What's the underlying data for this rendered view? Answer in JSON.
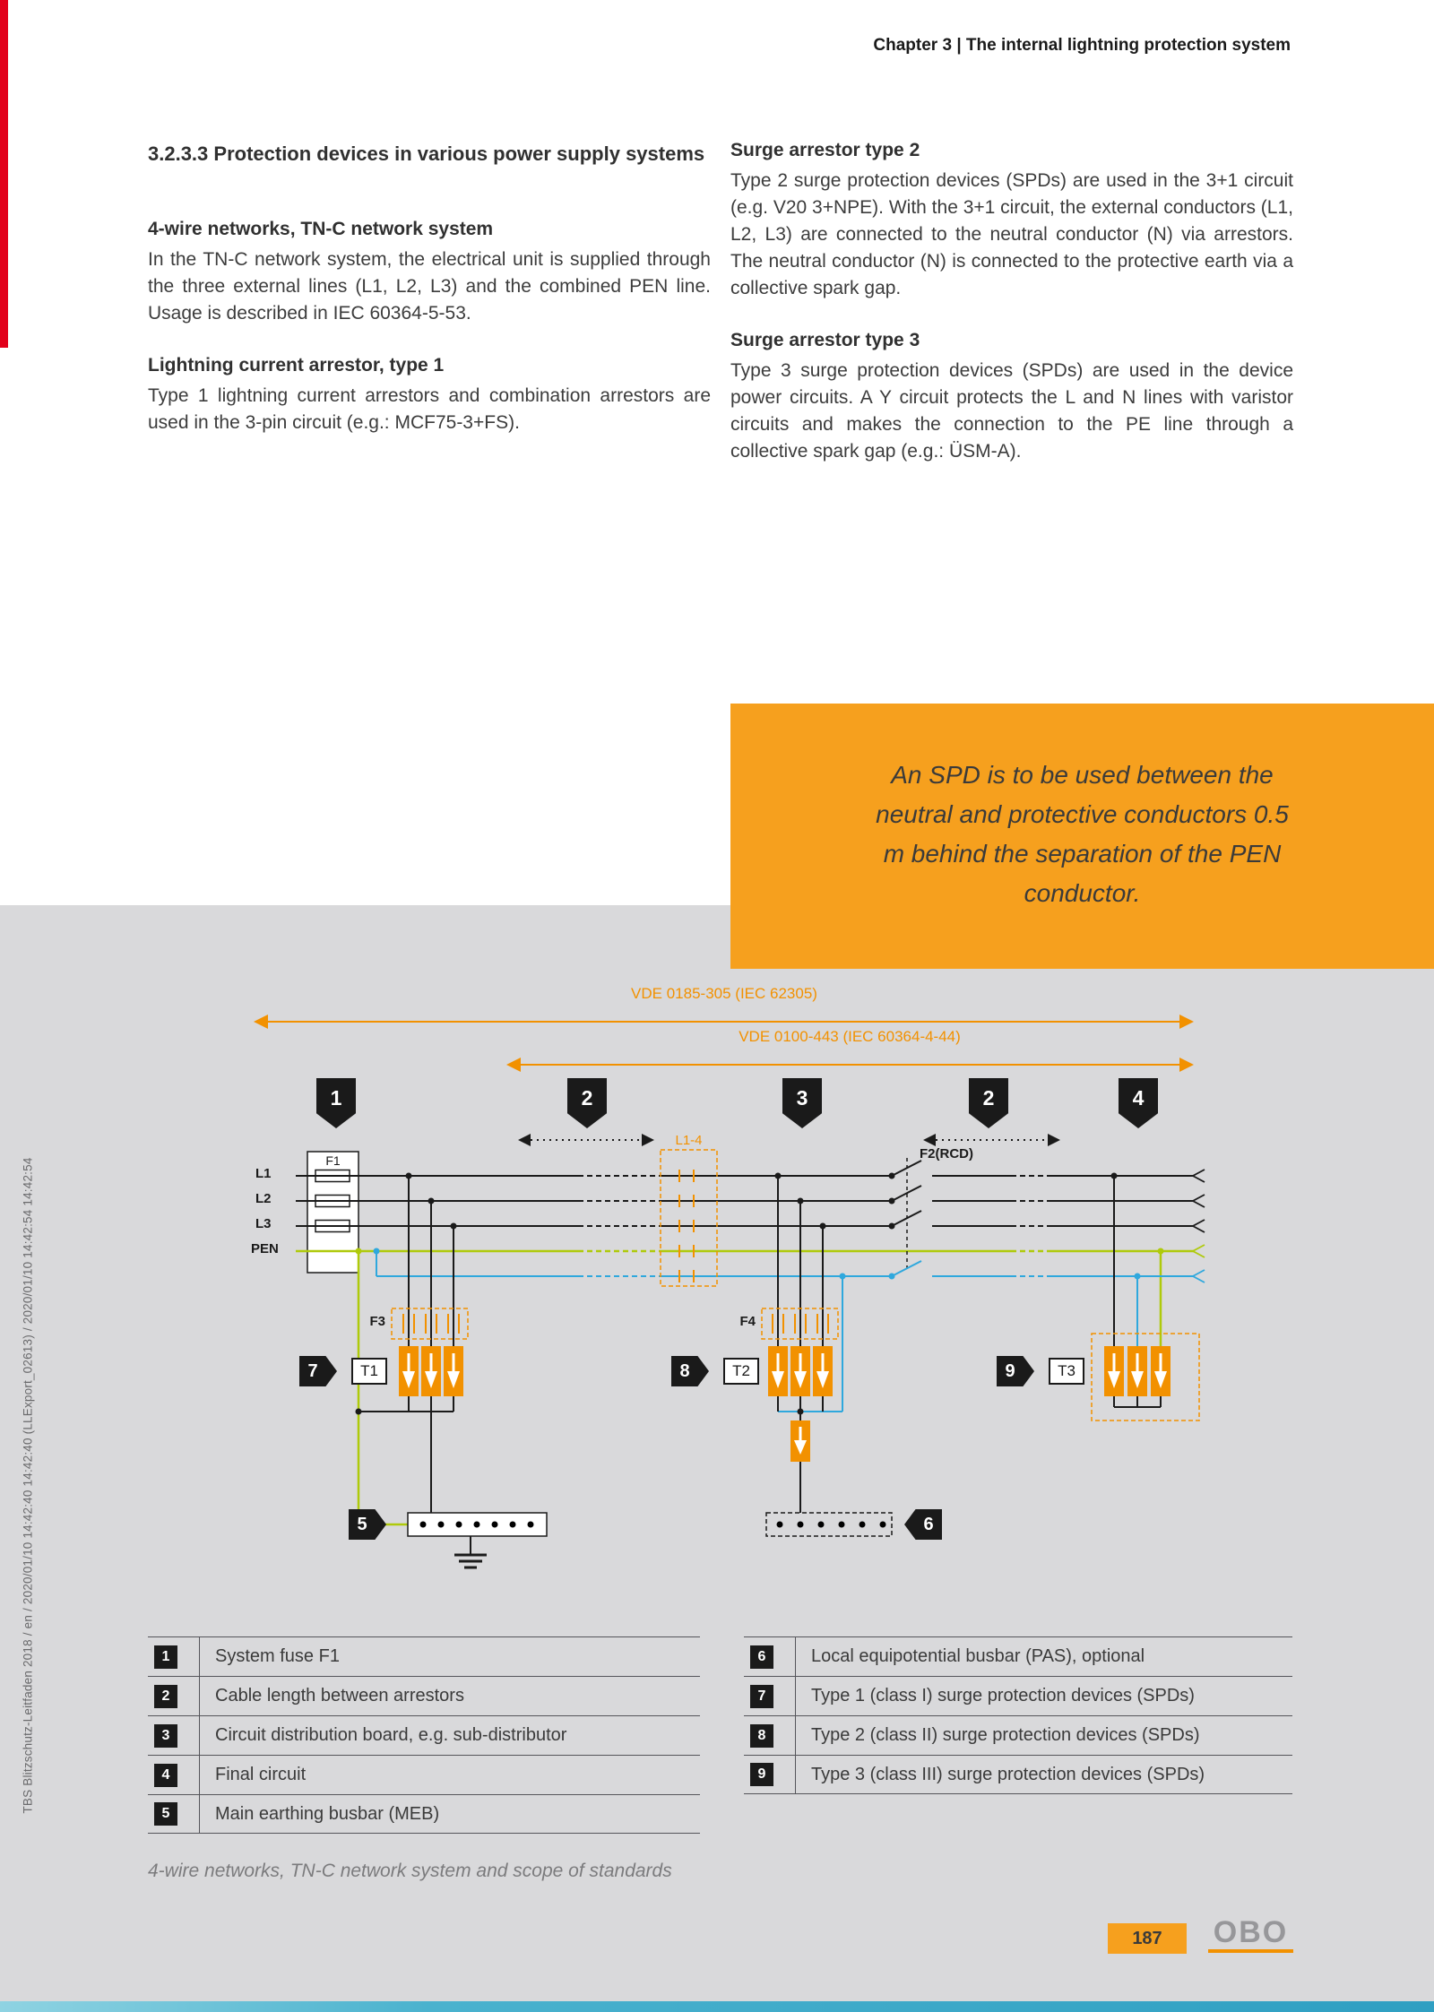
{
  "header": {
    "chapter": "Chapter 3 | The internal lightning protection system"
  },
  "article": {
    "section_heading": "3.2.3.3 Protection devices in various power supply systems",
    "left_blocks": [
      {
        "heading": "4-wire networks, TN-C network system",
        "body": "In the TN-C network system, the electrical unit is supplied through the three external lines (L1, L2, L3) and the combined PEN line. Usage is described in IEC 60364-5-53."
      },
      {
        "heading": "Lightning current arrestor, type 1",
        "body": "Type 1 lightning current arrestors and combination arrestors are used in the 3-pin circuit (e.g.: MCF75-3+FS)."
      }
    ],
    "right_blocks": [
      {
        "heading": "Surge arrestor type 2",
        "body": "Type 2 surge protection devices (SPDs) are used in the 3+1 circuit (e.g. V20 3+NPE). With the 3+1 circuit, the external conductors (L1, L2, L3) are connected to the neutral conductor (N) via arrestors. The neutral conductor (N) is connected to the protective earth via a collective spark gap."
      },
      {
        "heading": "Surge arrestor type 3",
        "body": "Type 3 surge protection devices (SPDs) are used in the device power circuits. A Y circuit protects the L and N lines with varistor circuits and makes the connection to the PE line through a collective spark gap (e.g.: ÜSM-A)."
      }
    ]
  },
  "callout": {
    "text": "An SPD is to be used between the neutral and protective conductors 0.5 m behind the separation of the PEN conductor."
  },
  "diagram": {
    "standards": [
      "VDE 0185-305 (IEC 62305)",
      "VDE 0100-443 (IEC 60364-4-44)"
    ],
    "top_markers": [
      "1",
      "2",
      "3",
      "2",
      "4"
    ],
    "line_labels": [
      "L1",
      "L2",
      "L3",
      "PEN"
    ],
    "component_labels": {
      "f1": "F1",
      "l14": "L1-4",
      "f2_rcd": "F2(RCD)",
      "f3": "F3",
      "f4": "F4",
      "t1": "T1",
      "t2": "T2",
      "t3": "T3"
    },
    "side_markers": {
      "m5": "5",
      "m6": "6",
      "m7": "7",
      "m8": "8",
      "m9": "9"
    }
  },
  "legend": {
    "left": [
      {
        "num": "1",
        "text": "System fuse F1"
      },
      {
        "num": "2",
        "text": "Cable length between arrestors"
      },
      {
        "num": "3",
        "text": "Circuit distribution board, e.g. sub-distributor"
      },
      {
        "num": "4",
        "text": "Final circuit"
      },
      {
        "num": "5",
        "text": "Main earthing busbar (MEB)"
      }
    ],
    "right": [
      {
        "num": "6",
        "text": "Local equipotential busbar (PAS), optional"
      },
      {
        "num": "7",
        "text": "Type 1 (class I) surge protection devices (SPDs)"
      },
      {
        "num": "8",
        "text": "Type 2 (class II) surge protection devices (SPDs)"
      },
      {
        "num": "9",
        "text": "Type 3 (class III) surge protection devices (SPDs)"
      }
    ]
  },
  "caption": "4-wire networks, TN-C network system and scope of standards",
  "footer": {
    "page_number": "187",
    "logo": "OBO"
  },
  "sidebar_text": "TBS Blitzschutz-Leitfaden 2018 / en / 2020/01/10 14:42:40 14:42:40 (LLExport_02613) / 2020/01/10 14:42:54 14:42:54",
  "colors": {
    "accent_orange": "#F29100",
    "callout_orange": "#F6A01E",
    "pen_green": "#AFCA0B",
    "neutral_blue": "#2FA8DD",
    "gray_background": "#D9D9DB",
    "red_bar": "#E2001A",
    "teal_bar": "#49B2CE"
  }
}
